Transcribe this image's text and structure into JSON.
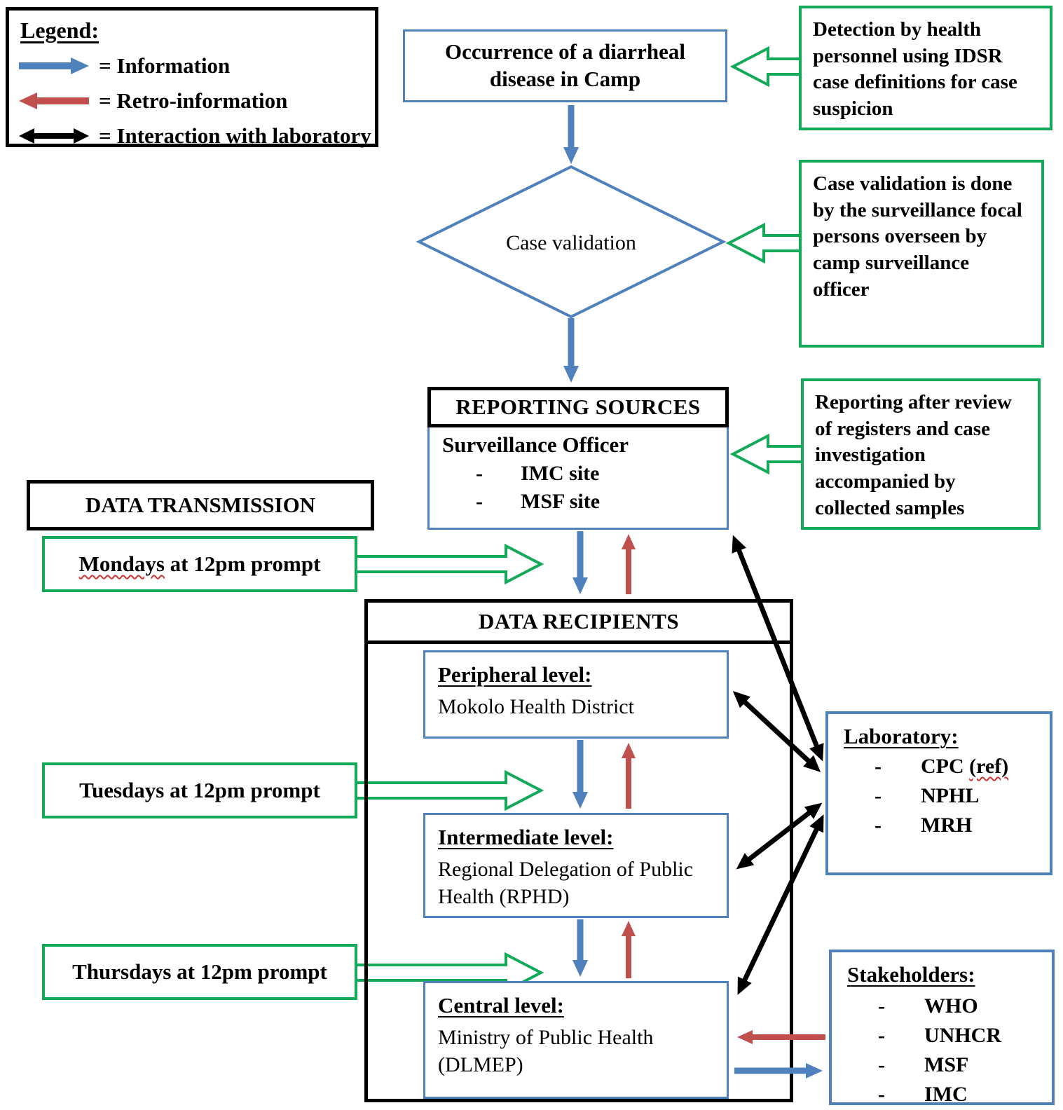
{
  "legend": {
    "title": "Legend:",
    "items": [
      {
        "icon": "information-arrow-icon",
        "label": "= Information"
      },
      {
        "icon": "retro-information-arrow-icon",
        "label": "= Retro-information"
      },
      {
        "icon": "laboratory-interaction-arrow-icon",
        "label": "= Interaction with laboratory"
      }
    ]
  },
  "flow": {
    "occurrence": "Occurrence of a diarrheal disease in Camp",
    "case_validation": "Case validation"
  },
  "notes": {
    "detection": "Detection by health personnel using IDSR case definitions for case suspicion",
    "case_validation": "Case validation is done by the surveillance focal persons overseen by camp surveillance officer",
    "reporting": "Reporting after review of registers and case investigation accompanied by collected samples"
  },
  "reporting_sources": {
    "header": "REPORTING SOURCES",
    "officer": "Surveillance Officer",
    "sites": [
      "IMC site",
      "MSF site"
    ]
  },
  "data_transmission": {
    "title": "DATA TRANSMISSION",
    "schedules": [
      {
        "day": "Mondays",
        "rest": " at 12pm prompt"
      },
      {
        "day": "Tuesdays",
        "rest": " at 12pm prompt"
      },
      {
        "day": "Thursdays",
        "rest": " at 12pm prompt"
      }
    ]
  },
  "data_recipients": {
    "header": "DATA RECIPIENTS",
    "levels": [
      {
        "heading": "Peripheral level:",
        "organization": "Mokolo Health District"
      },
      {
        "heading": "Intermediate level:",
        "organization": "Regional Delegation of Public Health (RPHD)"
      },
      {
        "heading": "Central level:",
        "organization": "Ministry of Public Health (DLMEP)"
      }
    ]
  },
  "laboratory": {
    "title": "Laboratory:",
    "item1": "CPC ",
    "item1_ref": "(ref)",
    "item2": "NPHL",
    "item3": "MRH"
  },
  "stakeholders": {
    "title": "Stakeholders:",
    "items": [
      "WHO",
      "UNHCR",
      "MSF",
      "IMC"
    ]
  },
  "colors": {
    "information_blue": "#4f81bd",
    "retro_information_red": "#c0504d",
    "laboratory_black": "#000000",
    "green_accent": "#12a958",
    "box_border_blue": "#4f81bd",
    "misspelling_underline_red": "#cc3333"
  }
}
